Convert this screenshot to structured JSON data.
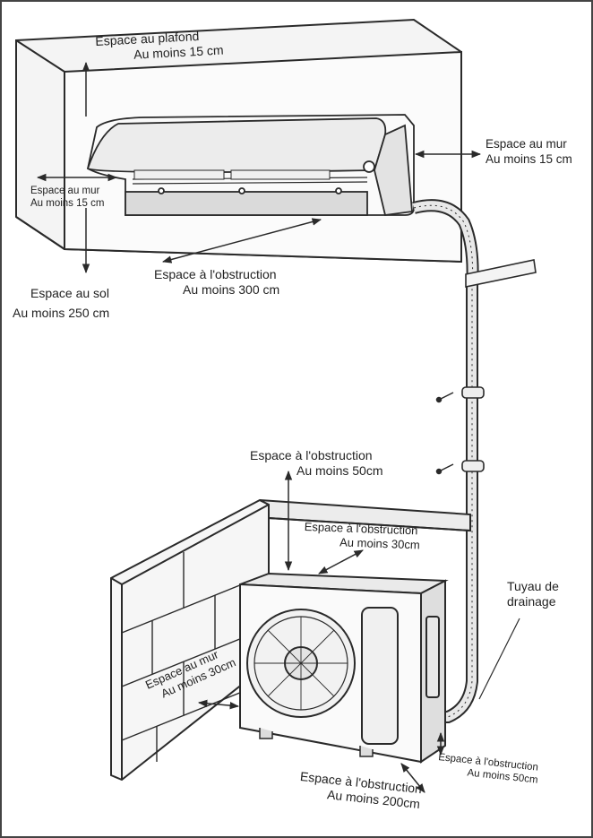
{
  "labels": {
    "ceiling": {
      "line1": "Espace au plafond",
      "line2": "Au moins 15 cm"
    },
    "wall_right": {
      "line1": "Espace au mur",
      "line2": "Au moins 15 cm"
    },
    "wall_left": {
      "line1": "Espace au mur",
      "line2": "Au moins 15 cm"
    },
    "floor": {
      "line1": "Espace au sol",
      "line2": "Au moins 250 cm"
    },
    "front_indoor": {
      "line1": "Espace à l'obstruction",
      "line2": "Au moins 300 cm"
    },
    "outdoor_top": {
      "line1": "Espace à l'obstruction",
      "line2": "Au moins 50cm"
    },
    "outdoor_back": {
      "line1": "Espace à l'obstruction",
      "line2": "Au moins 30cm"
    },
    "drain": {
      "line1": "Tuyau de",
      "line2": "drainage"
    },
    "outdoor_wall": {
      "line1": "Espace au mur",
      "line2": "Au moins 30cm"
    },
    "outdoor_right": {
      "line1": "Espace à l'obstruction",
      "line2": "Au moins 50cm"
    },
    "outdoor_front": {
      "line1": "Espace à l'obstruction",
      "line2": "Au moins 200cm"
    }
  },
  "colors": {
    "line": "#2a2a2a",
    "panel": "#f2f2f2",
    "unit": "#fafafa",
    "shade": "#d9d9d9"
  }
}
